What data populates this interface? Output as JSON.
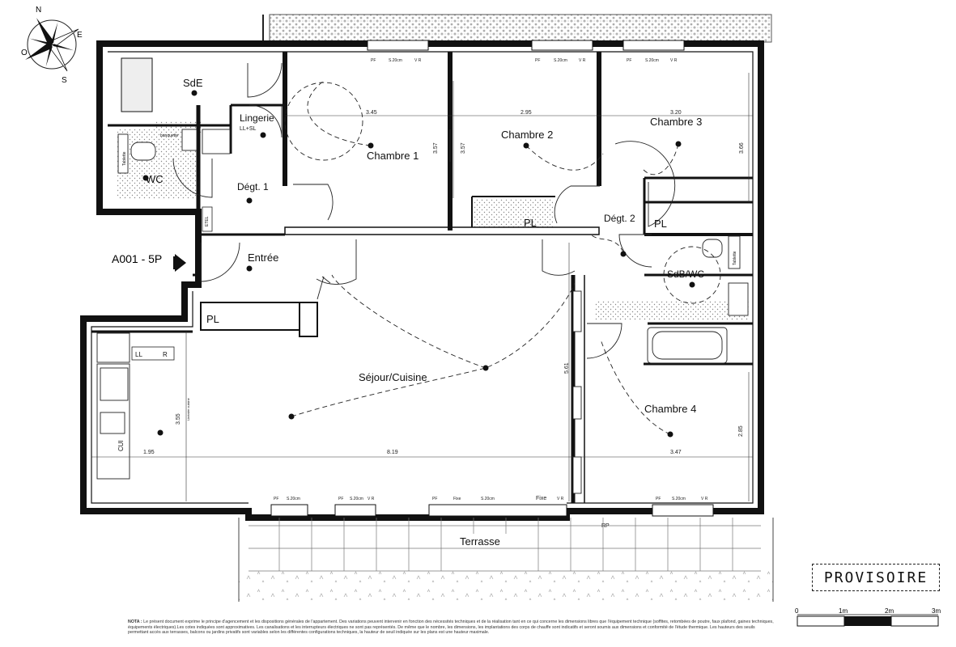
{
  "compass": {
    "n": "N",
    "e": "E",
    "s": "S",
    "o": "O"
  },
  "unit_id": "A001 - 5P",
  "rooms": {
    "sde": "SdE",
    "lingerie": "Lingerie",
    "lingerie_sub": "LL+SL",
    "banquette": "banquette",
    "tablette_wc": "Tablette",
    "wc": "WC",
    "degt1": "Dégt. 1",
    "etel": "ETEL",
    "chambre1": "Chambre 1",
    "chambre2": "Chambre 2",
    "chambre3": "Chambre 3",
    "pl_c2": "PL",
    "degt2": "Dégt. 2",
    "pl_degt2": "PL",
    "tablette_sdb": "Tablette",
    "sdbwc": "SdB/WC",
    "entree": "Entrée",
    "pl_entree": "PL",
    "sejour": "Séjour/Cuisine",
    "chambre4": "Chambre 4",
    "terrasse": "Terrasse",
    "ll": "LL",
    "r": "R",
    "cui": "CUI",
    "rp": "RP",
    "credence": "Linéaire cuisine"
  },
  "dimensions": {
    "c1_w": "3.45",
    "c2_w": "2.95",
    "c3_w": "3.20",
    "c2_h": "3.57",
    "c1_h": "3.57",
    "c3_h": "3.66",
    "sejour_v": "5.61",
    "kitchen_v": "3.55",
    "bottom_1": "1.95",
    "bottom_2": "8.19",
    "bottom_3": "3.47",
    "c4_h": "2.85"
  },
  "window_tags": {
    "pf": "PF",
    "vr": "V R",
    "w": "S.20cm",
    "fixe": "Fixe"
  },
  "provisoire": "PROVISOIRE",
  "scale": {
    "t0": "0",
    "t1": "1m",
    "t2": "2m",
    "t3": "3m"
  },
  "note_label": "NOTA :",
  "note_text": "Le présent document exprime le principe d'agencement et les dispositions générales de l'appartement. Des variations peuvent intervenir en fonction des nécessités techniques et de la réalisation tant en ce qui concerne les dimensions libres que l'équipement technique (soffites, retombées de poutre, faux plafond, gaines techniques, équipements électriques).Les cotes indiquées sont approximatives. Les canalisations et les interrupteurs électriques ne sont pas représentés. De même que le nombre, les dimensions, les implantations des corps de chauffe sont indicatifs et seront soumis aux dimensions et conformité de l'étude thermique. Les hauteurs des seuils permettant accès aux terrasses, balcons ou jardins privatifs sont variables selon les différentes configurations techniques, la hauteur de seuil indiquée sur les plans est une hauteur maximale."
}
